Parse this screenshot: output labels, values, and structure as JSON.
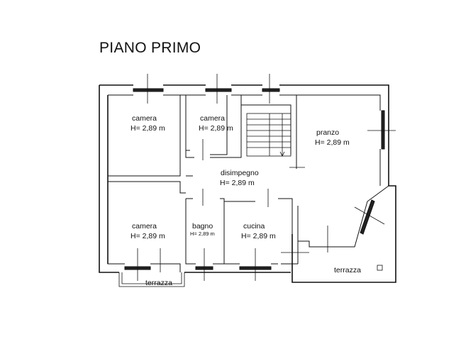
{
  "title": "PIANO PRIMO",
  "rooms": {
    "camera_nw": {
      "name": "camera",
      "height": "H= 2,89 m"
    },
    "camera_n": {
      "name": "camera",
      "height": "H= 2,89 m"
    },
    "pranzo": {
      "name": "pranzo",
      "height": "H= 2,89 m"
    },
    "disimpegno": {
      "name": "disimpegno",
      "height": "H= 2,89 m"
    },
    "camera_sw": {
      "name": "camera",
      "height": "H= 2,89 m"
    },
    "bagno": {
      "name": "bagno",
      "height": "H= 2,89 m"
    },
    "cucina": {
      "name": "cucina",
      "height": "H= 2,89 m"
    },
    "terrazza_left": {
      "name": "terrazza"
    },
    "terrazza_right": {
      "name": "terrazza"
    }
  }
}
